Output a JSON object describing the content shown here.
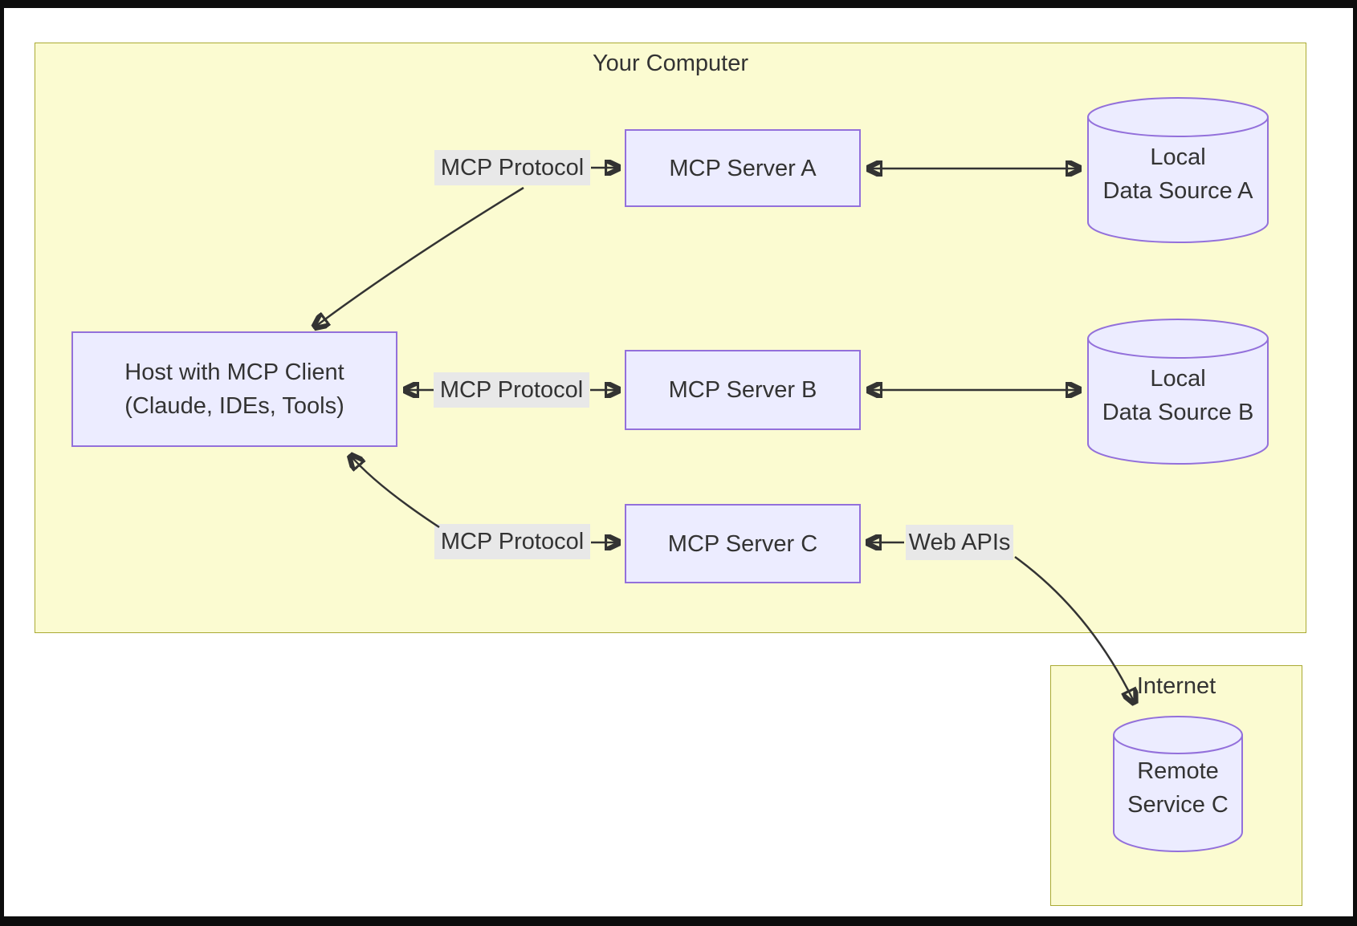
{
  "diagram_type": "architecture-flowchart",
  "clusters": {
    "your_computer": {
      "label": "Your Computer"
    },
    "internet": {
      "label": "Internet"
    }
  },
  "host": {
    "line1": "Host with MCP Client",
    "line2": "(Claude, IDEs, Tools)"
  },
  "servers": [
    {
      "label": "MCP Server A"
    },
    {
      "label": "MCP Server B"
    },
    {
      "label": "MCP Server C"
    }
  ],
  "datastores": [
    {
      "line1": "Local",
      "line2": "Data Source A"
    },
    {
      "line1": "Local",
      "line2": "Data Source B"
    },
    {
      "line1": "Remote",
      "line2": "Service C"
    }
  ],
  "edge_labels": [
    {
      "label": "MCP Protocol"
    },
    {
      "label": "MCP Protocol"
    },
    {
      "label": "MCP Protocol"
    },
    {
      "label": "Web APIs"
    }
  ],
  "colors": {
    "cluster_fill": "#fbfbd1",
    "cluster_border": "#aaaa33",
    "node_fill": "#ECECFF",
    "node_border": "#9370DB",
    "edge_label_bg": "#e8e8e8",
    "arrow_color": "#333333",
    "text_color": "#333333",
    "frame_color": "#0d0d0d"
  }
}
